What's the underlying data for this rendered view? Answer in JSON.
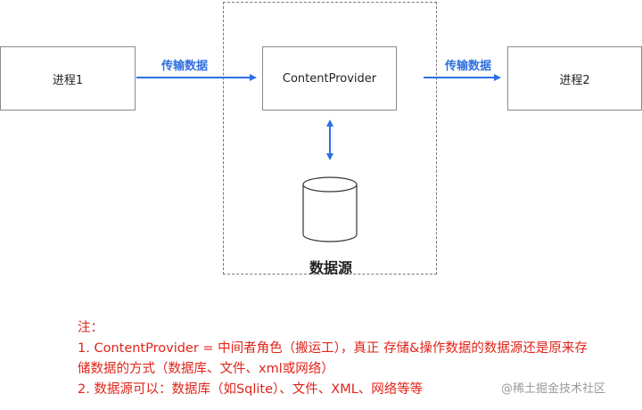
{
  "nodes": {
    "process1": "进程1",
    "provider": "ContentProvider",
    "process2": "进程2",
    "datasource": "数据源"
  },
  "edges": {
    "transfer_left": "传输数据",
    "transfer_right": "传输数据"
  },
  "note": {
    "title": "注：",
    "line1": "1. ContentProvider = 中间者角色（搬运工），真正 存储&操作数据的数据源还是原来存",
    "line2": "储数据的方式（数据库、文件、xml或网络）",
    "line3": "2. 数据源可以：数据库（如Sqlite）、文件、XML、网络等等"
  },
  "watermark": "@稀土掘金技术社区",
  "colors": {
    "arrow": "#2f6fe0",
    "note_text": "#e0241a",
    "box_border": "#8a8a8a",
    "dashed_frame": "#777777"
  }
}
